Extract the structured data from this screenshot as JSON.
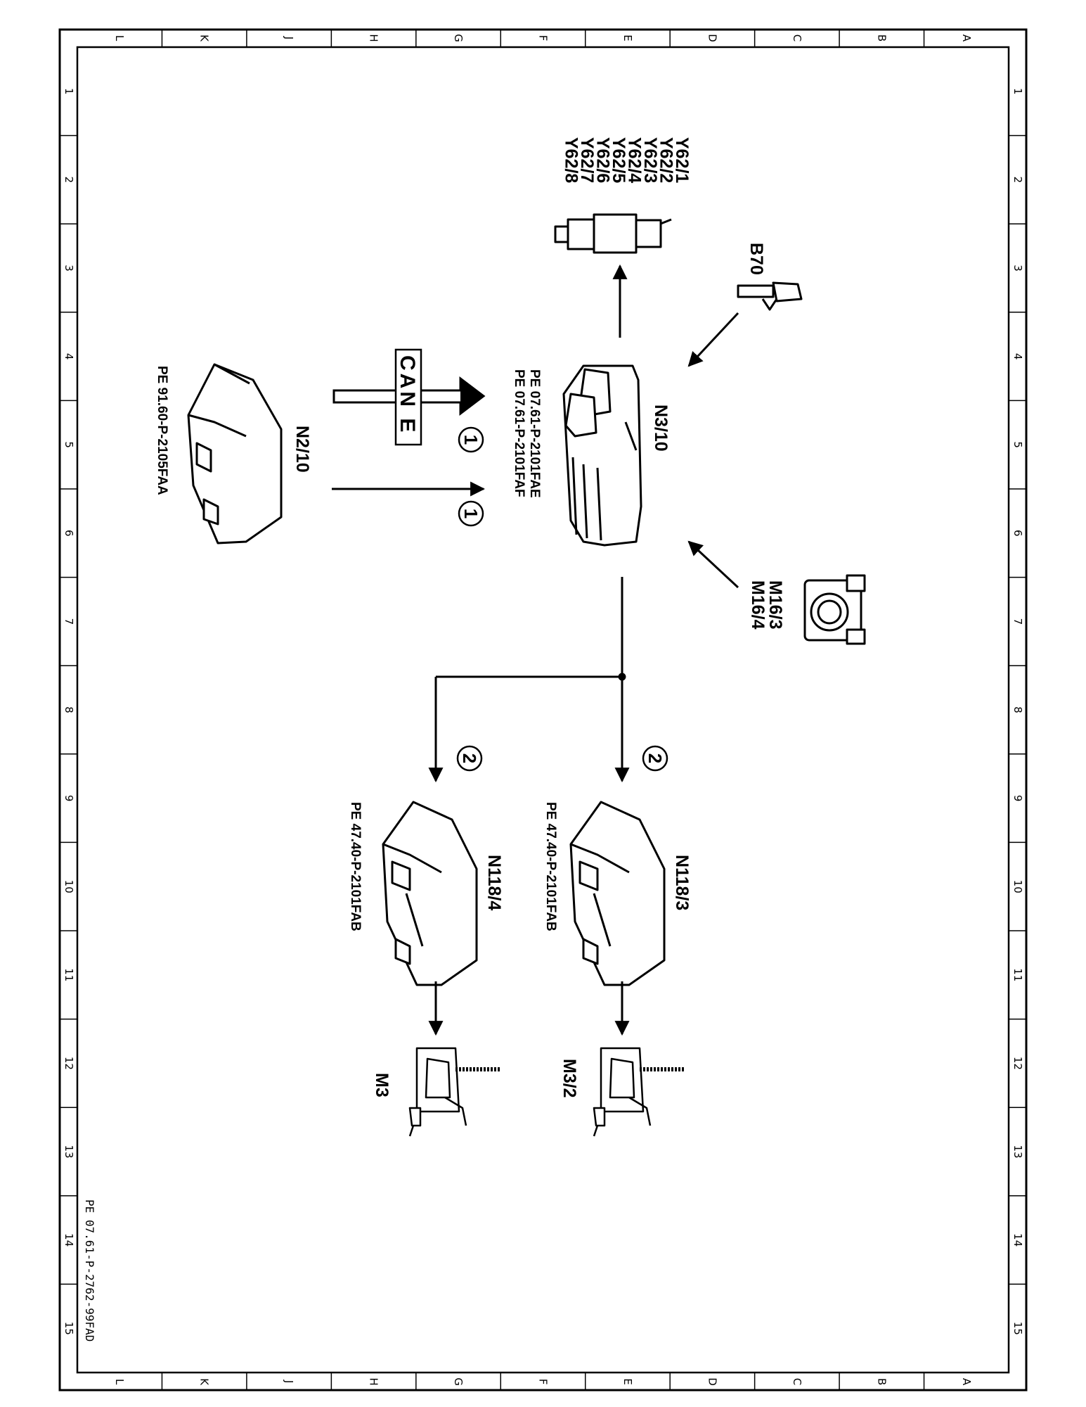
{
  "grid": {
    "letters": [
      "L",
      "K",
      "J",
      "H",
      "G",
      "F",
      "E",
      "D",
      "C",
      "B",
      "A"
    ],
    "numbers": [
      "1",
      "2",
      "3",
      "4",
      "5",
      "6",
      "7",
      "8",
      "9",
      "10",
      "11",
      "12",
      "13",
      "14",
      "15"
    ]
  },
  "components": {
    "n3_10": {
      "label": "N3/10",
      "refs": [
        "PE 07.61-P-2101FAE",
        "PE 07.61-P-2101FAF"
      ]
    },
    "n2_10": {
      "label": "N2/10",
      "refs": [
        "PE 91.60-P-2105FAA"
      ]
    },
    "y62": {
      "labels": [
        "Y62/1",
        "Y62/2",
        "Y62/3",
        "Y62/4",
        "Y62/5",
        "Y62/6",
        "Y62/7",
        "Y62/8"
      ]
    },
    "b70": {
      "label": "B70"
    },
    "m16": {
      "labels": [
        "M16/3",
        "M16/4"
      ]
    },
    "n118_3": {
      "label": "N118/3",
      "refs": [
        "PE 47.40-P-2101FAB"
      ]
    },
    "n118_4": {
      "label": "N118/4",
      "refs": [
        "PE 47.40-P-2101FAB"
      ]
    },
    "m3_2": {
      "label": "M3/2"
    },
    "m3": {
      "label": "M3"
    }
  },
  "signals": {
    "can_label": "CAN E",
    "marker_1": "1",
    "marker_2": "2"
  },
  "footer": {
    "doc_id": "PE 07.61-P-2762-99FAD"
  },
  "colors": {
    "ink": "#000000",
    "paper": "#ffffff"
  }
}
